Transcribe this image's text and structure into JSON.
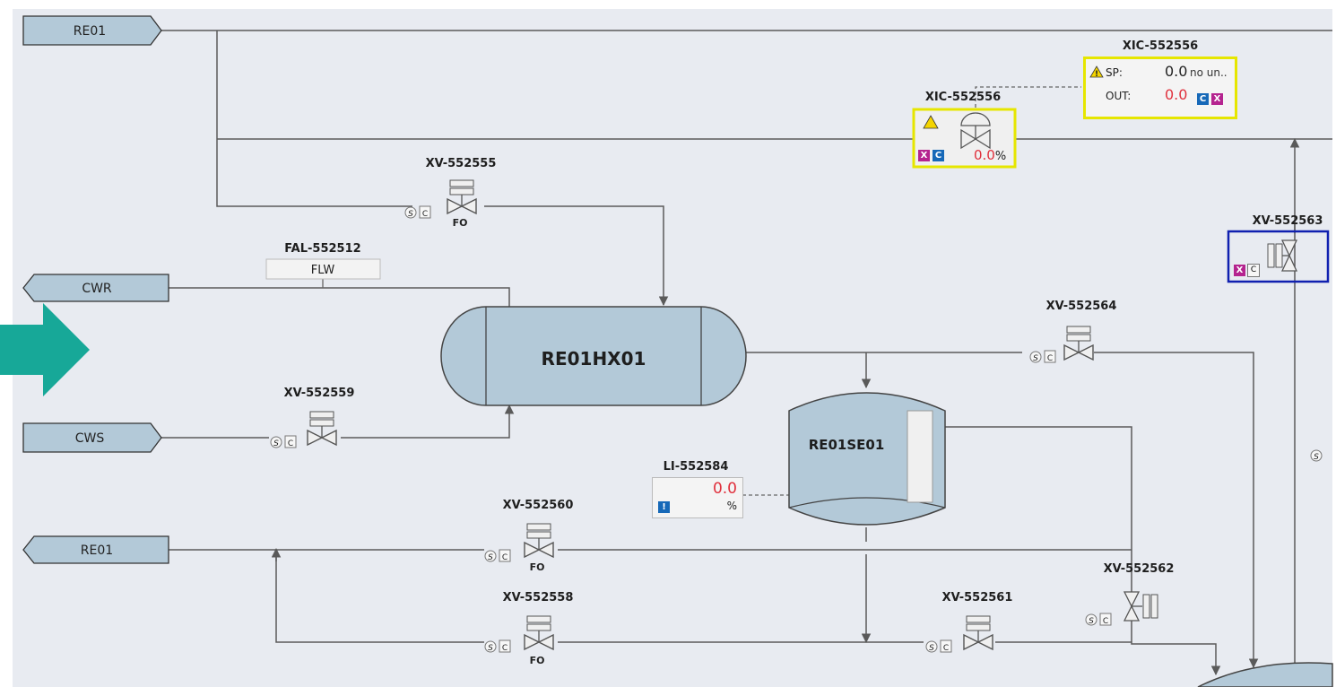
{
  "offpage": {
    "re01_top": "RE01",
    "cwr": "CWR",
    "cws": "CWS",
    "re01_bottom": "RE01"
  },
  "equipment": {
    "heat_exchanger": "RE01HX01",
    "separator": "RE01SE01"
  },
  "valves": {
    "xv_552555": {
      "tag": "XV-552555",
      "fail": "FO"
    },
    "xv_552559": {
      "tag": "XV-552559"
    },
    "xv_552560": {
      "tag": "XV-552560",
      "fail": "FO"
    },
    "xv_552558": {
      "tag": "XV-552558",
      "fail": "FO"
    },
    "xv_552561": {
      "tag": "XV-552561"
    },
    "xv_552562": {
      "tag": "XV-552562"
    },
    "xv_552564": {
      "tag": "XV-552564"
    },
    "xv_552563": {
      "tag": "XV-552563"
    }
  },
  "badges": {
    "s": "S",
    "c": "C",
    "x": "X",
    "alert": "!"
  },
  "alarm": {
    "tag": "FAL-552512",
    "label": "FLW"
  },
  "level": {
    "tag": "LI-552584",
    "value": "0.0",
    "unit": "%"
  },
  "controller": {
    "valve_tag": "XIC-552556",
    "valve_out": "0.0",
    "valve_unit": "%",
    "faceplate_tag": "XIC-552556",
    "sp_label": "SP:",
    "sp_value": "0.0",
    "sp_unit": "no un..",
    "out_label": "OUT:",
    "out_value": "0.0"
  },
  "colors": {
    "background": "#e8ebf1",
    "equipment_fill": "#b3c9d8",
    "accent_arrow": "#17a898",
    "alarm_yellow": "#e6e600",
    "select_blue": "#1020b0",
    "value_red": "#e0303c"
  }
}
